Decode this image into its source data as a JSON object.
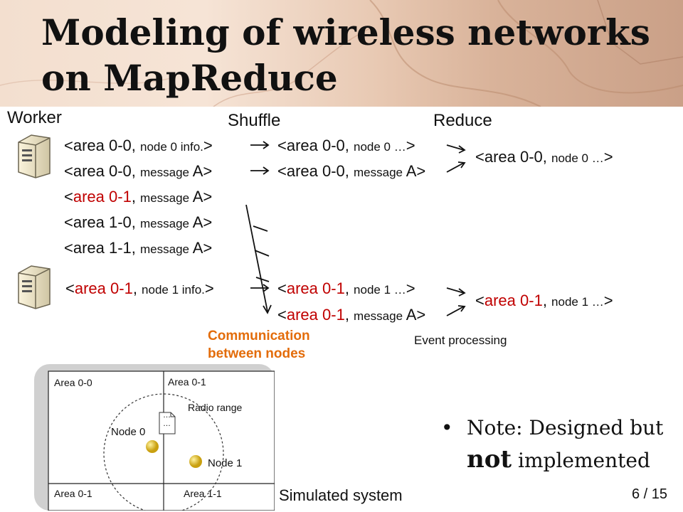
{
  "slide": {
    "title_line1": "Modeling of wireless networks",
    "title_line2": "on MapReduce",
    "page_number": "6 / 15"
  },
  "headers": {
    "worker": "Worker",
    "shuffle": "Shuffle",
    "reduce": "Reduce"
  },
  "worker0": {
    "rows": [
      {
        "big": "<area 0-0, ",
        "small": "node 0 info.",
        "end": ">"
      },
      {
        "big": "<area 0-0, ",
        "small": "message ",
        "end": "A>"
      },
      {
        "pre": "<",
        "red": "area 0-1",
        "big": ", ",
        "small": "message ",
        "end": "A>"
      },
      {
        "big": "<area 1-0, ",
        "small": "message ",
        "end": "A>"
      },
      {
        "big": "<area 1-1, ",
        "small": "message ",
        "end": "A>"
      }
    ]
  },
  "worker1": {
    "row": {
      "pre": "<",
      "red": "area 0-1",
      "big": ", ",
      "small": "node 1 info.",
      "end": ">"
    }
  },
  "shuffle": [
    {
      "big": "<area 0-0, ",
      "small": "node 0 …",
      "end": ">"
    },
    {
      "big": "<area 0-0, ",
      "small": "message ",
      "end": "A>"
    },
    {
      "pre": "<",
      "red": "area 0-1",
      "big": ", ",
      "small": "node 1 …",
      "end": ">"
    },
    {
      "pre": "<",
      "red": "area 0-1",
      "big": ", ",
      "small": "message ",
      "end": "A>"
    }
  ],
  "reduce": [
    {
      "big": "<area 0-0, ",
      "small": "node 0 …",
      "end": ">"
    },
    {
      "pre": "<",
      "red": "area 0-1",
      "big": ", ",
      "small": "node 1 …",
      "end": ">"
    }
  ],
  "annotations": {
    "communication_line1": "Communication",
    "communication_line2": "between nodes",
    "event_processing": "Event processing"
  },
  "simulated": {
    "caption": "Simulated system",
    "area_00": "Area 0-0",
    "area_01": "Area 0-1",
    "area_10": "Area 0-1",
    "area_11": "Area 1-1",
    "radio_range": "Radio range",
    "node0": "Node 0",
    "node1": "Node 1",
    "message_glyph": "…"
  },
  "note": {
    "text1": "Note: Designed but",
    "bold": "not",
    "text2": " implemented"
  },
  "colors": {
    "accent_red": "#c00000",
    "accent_orange": "#e36c0a",
    "node_yellow": "#e8c020"
  }
}
